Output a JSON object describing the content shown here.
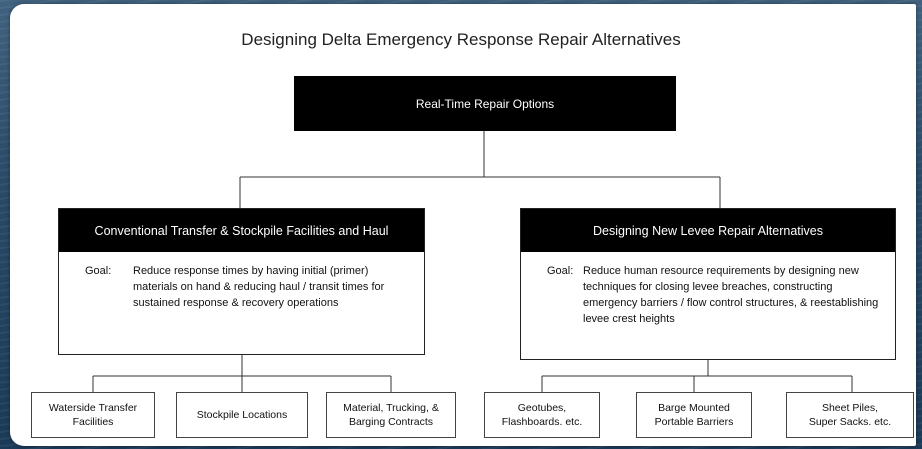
{
  "title": "Designing Delta Emergency Response Repair Alternatives",
  "root": {
    "label": "Real-Time Repair Options"
  },
  "branches": [
    {
      "header": "Conventional Transfer & Stockpile Facilities and Haul",
      "goal_label": "Goal:",
      "goal_text": "Reduce response times by having initial (primer) materials on hand & reducing haul / transit times for sustained response & recovery operations",
      "children": [
        "Waterside Transfer\nFacilities",
        "Stockpile Locations",
        "Material, Trucking, &\nBarging Contracts"
      ]
    },
    {
      "header": "Designing New Levee Repair Alternatives",
      "goal_label": "Goal:",
      "goal_text": "Reduce human resource requirements by designing new techniques for closing levee breaches, constructing emergency barriers / flow control structures, & reestablishing levee crest heights",
      "children": [
        "Geotubes,\nFlashboards. etc.",
        "Barge Mounted\nPortable Barriers",
        "Sheet Piles,\nSuper Sacks. etc."
      ]
    }
  ],
  "colors": {
    "box_fill": "#000000",
    "box_text": "#ffffff",
    "line": "#333333",
    "background_water": "#2a4a68"
  }
}
